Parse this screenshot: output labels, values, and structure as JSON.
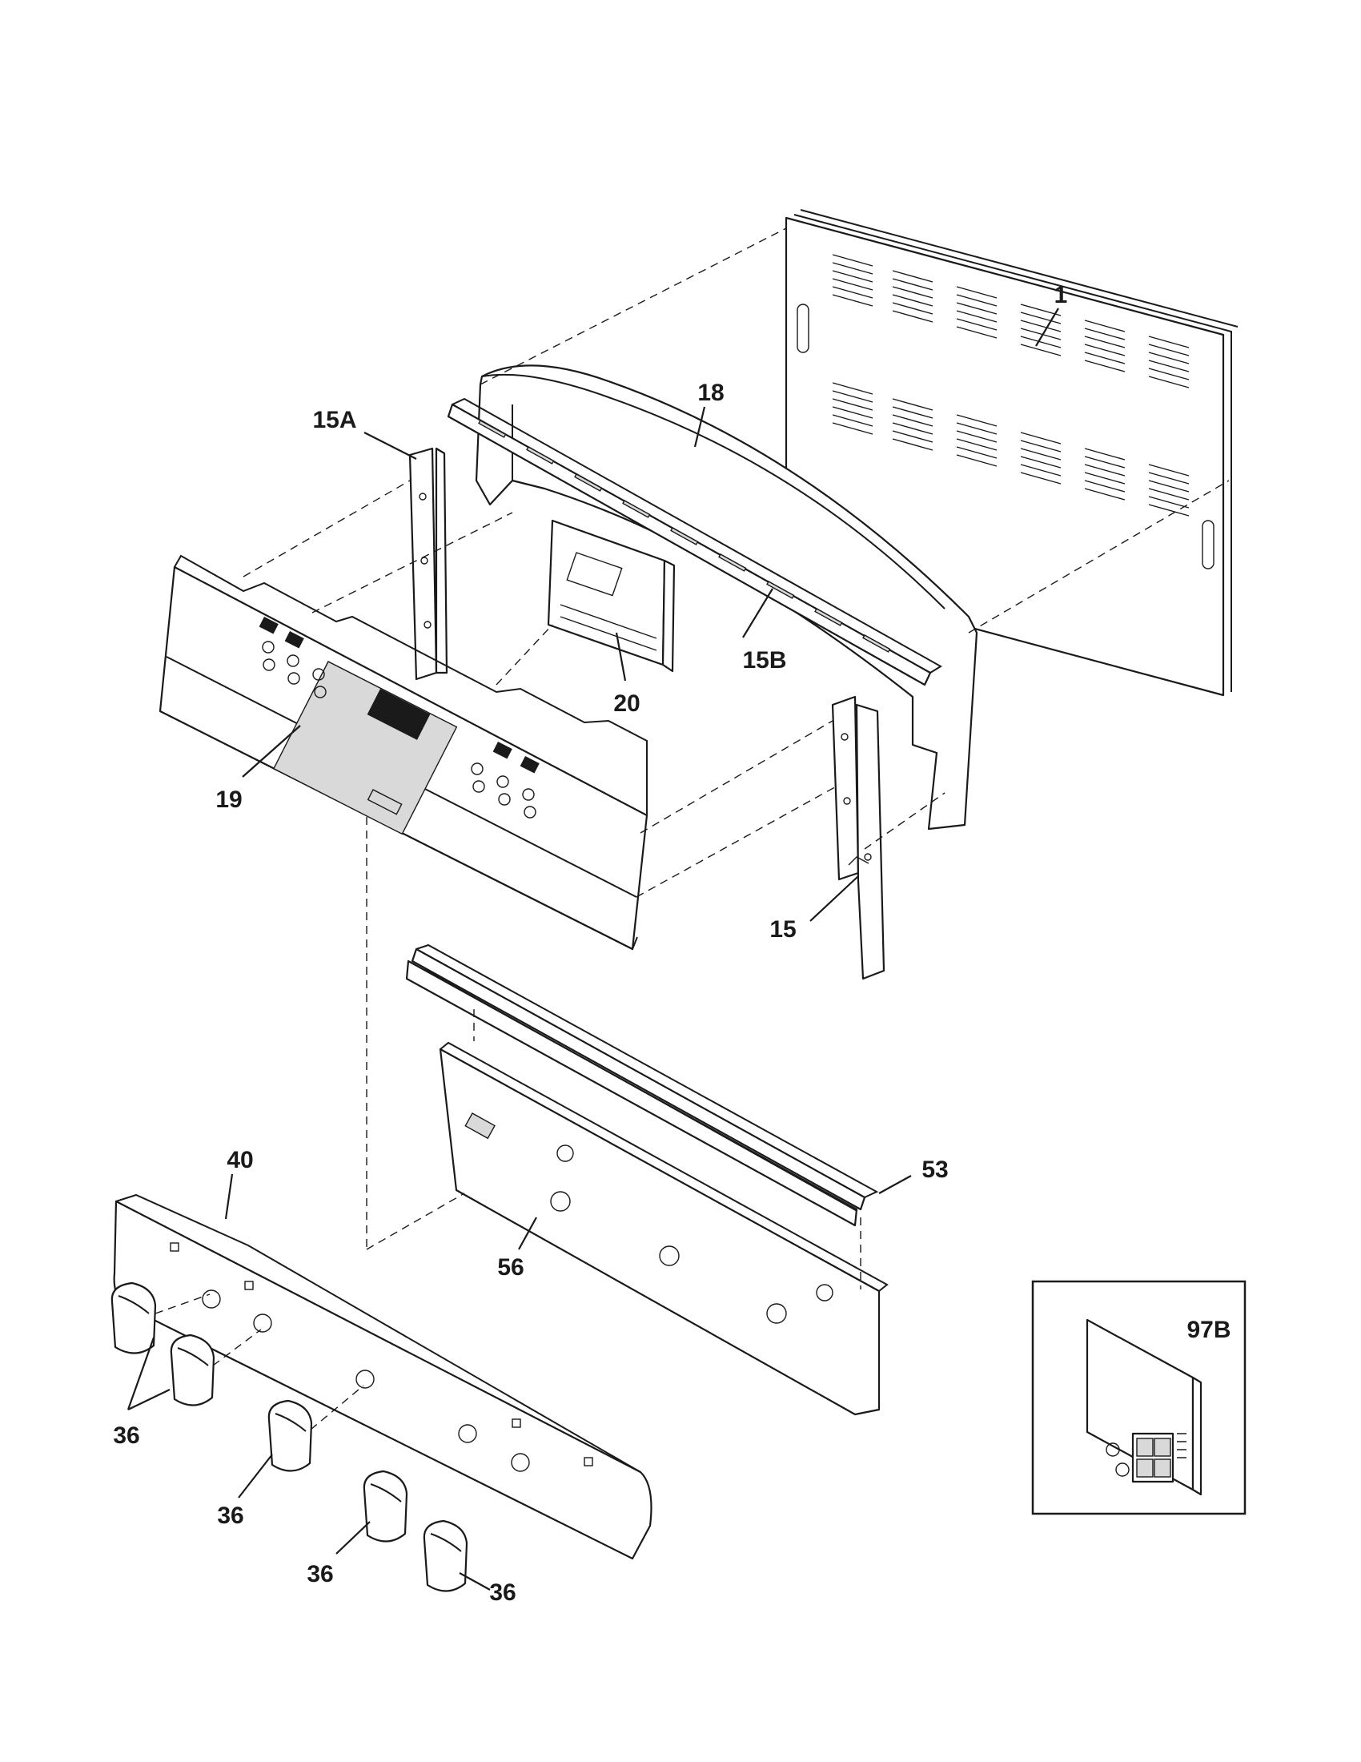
{
  "callouts": {
    "c1": "1",
    "c18": "18",
    "c15a": "15A",
    "c15b": "15B",
    "c20": "20",
    "c19": "19",
    "c15": "15",
    "c53": "53",
    "c40": "40",
    "c56": "56",
    "c97b": "97B",
    "c36a": "36",
    "c36b": "36",
    "c36c": "36",
    "c36d": "36"
  }
}
